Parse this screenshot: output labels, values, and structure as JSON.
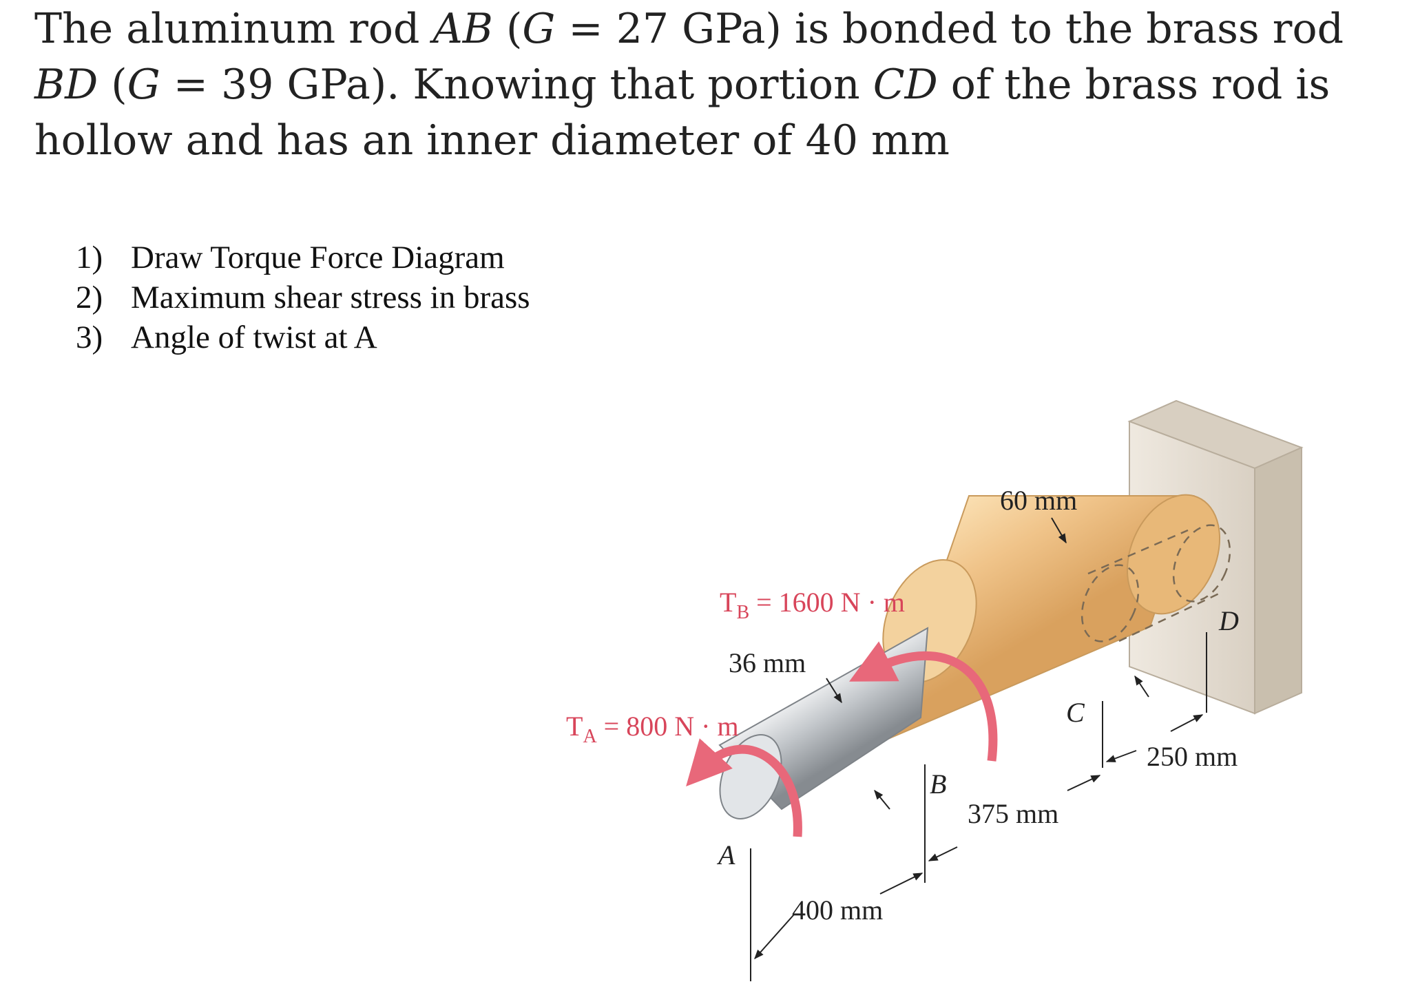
{
  "problem": {
    "p1": "The aluminum rod ",
    "ab": "AB",
    "p2": " (",
    "g1": "G",
    "p3": " = 27 GPa) is bonded to the brass rod ",
    "bd": "BD",
    "p4": " (",
    "g2": "G",
    "p5": " = 39 GPa). Knowing that portion ",
    "cd": "CD",
    "p6": " of the brass rod is hollow and has an inner diameter of 40 mm"
  },
  "tasks": [
    {
      "num": "1)",
      "text": "Draw Torque Force Diagram"
    },
    {
      "num": "2)",
      "text": "Maximum shear stress in brass"
    },
    {
      "num": "3)",
      "text": "Angle of twist at A"
    }
  ],
  "figure": {
    "tb_label": "T",
    "tb_sub": "B",
    "tb_value": " = 1600 N · m",
    "ta_label": "T",
    "ta_sub": "A",
    "ta_value": " = 800 N · m",
    "dim_36": "36 mm",
    "dim_60": "60 mm",
    "dim_400": "400 mm",
    "dim_375": "375 mm",
    "dim_250": "250 mm",
    "point_a": "A",
    "point_b": "B",
    "point_c": "C",
    "point_d": "D"
  },
  "colors": {
    "aluminum": "#c8ccd0",
    "brass": "#f0c890",
    "torque_arrow": "#e8687a",
    "wall": "#e8e0d4"
  }
}
